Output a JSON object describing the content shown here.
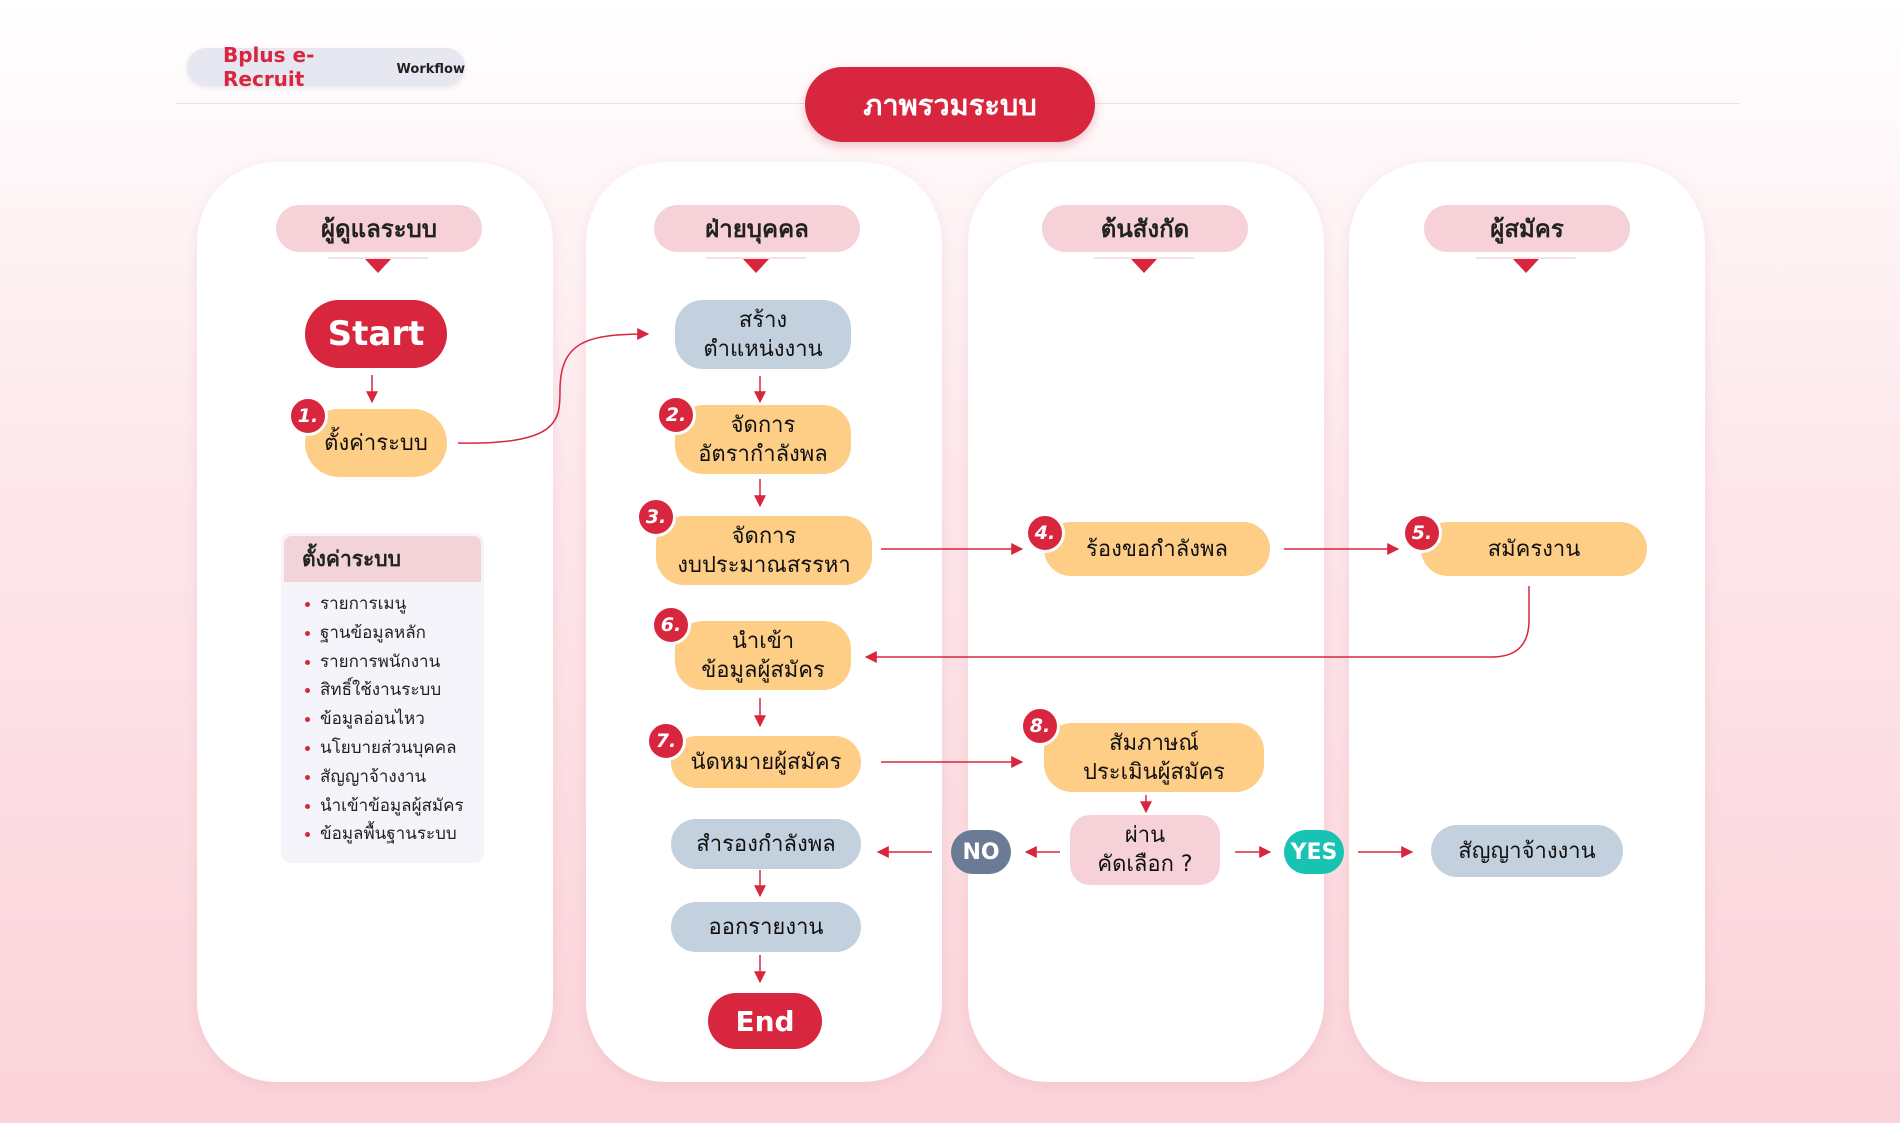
{
  "header": {
    "brand": "Bplus e-Recruit",
    "subtitle": "Workflow",
    "title": "ภาพรวมระบบ"
  },
  "lanes": [
    "ผู้ดูแลระบบ",
    "ฝ่ายบุคคล",
    "ต้นสังกัด",
    "ผู้สมัคร"
  ],
  "admin": {
    "start": "Start",
    "step1": "ตั้งค่าระบบ",
    "step1_num": "1."
  },
  "settings": {
    "title": "ตั้งค่าระบบ",
    "items": [
      "รายการเมนู",
      "ฐานข้อมูลหลัก",
      "รายการพนักงาน",
      "สิทธิ์ใช้งานระบบ",
      "ข้อมูลอ่อนไหว",
      "นโยบายส่วนบุคคล",
      "สัญญาจ้างงาน",
      "นำเข้าข้อมูลผู้สมัคร",
      "ข้อมูลพื้นฐานระบบ"
    ]
  },
  "hr": {
    "create_1": "สร้าง",
    "create_2": "ตำแหน่งงาน",
    "step2_1": "จัดการ",
    "step2_2": "อัตรากำลังพล",
    "step2_num": "2.",
    "step3_1": "จัดการ",
    "step3_2": "งบประมาณสรรหา",
    "step3_num": "3.",
    "step6_1": "นำเข้า",
    "step6_2": "ข้อมูลผู้สมัคร",
    "step6_num": "6.",
    "step7": "นัดหมายผู้สมัคร",
    "step7_num": "7.",
    "reserve": "สำรองกำลังพล",
    "report": "ออกรายงาน",
    "end": "End"
  },
  "dept": {
    "step4": "ร้องขอกำลังพล",
    "step4_num": "4.",
    "step8_1": "สัมภาษณ์",
    "step8_2": "ประเมินผู้สมัคร",
    "step8_num": "8.",
    "decision_1": "ผ่าน",
    "decision_2": "คัดเลือก ?",
    "no": "NO",
    "yes": "YES"
  },
  "applicant": {
    "step5": "สมัครงาน",
    "step5_num": "5.",
    "contract": "สัญญาจ้างงาน"
  },
  "colors": {
    "accent": "#d7263d",
    "orange": "#fecd86",
    "blue": "#c3d0de",
    "pink": "#f6d2d8",
    "no": "#6b7b95",
    "yes": "#18c3b4"
  }
}
